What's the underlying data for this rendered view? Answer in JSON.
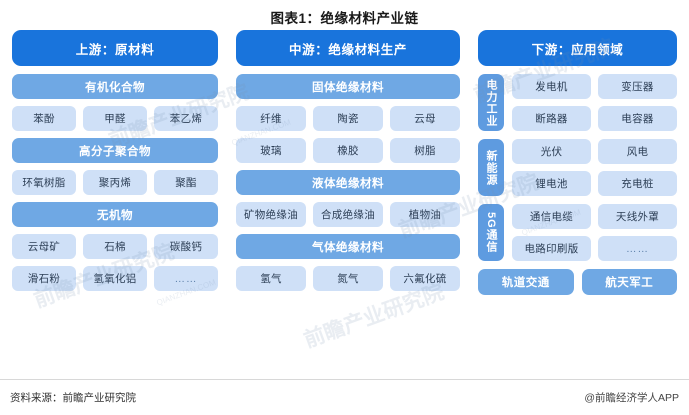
{
  "title": "图表1：绝缘材料产业链",
  "colors": {
    "header": "#1974DC",
    "subheader": "#6FA8E4",
    "item": "#CFE0F7",
    "vlabel": "#5E9BE0"
  },
  "watermark": {
    "brand": "前瞻产业研究院",
    "sub": "QIANZHAN.COM"
  },
  "columns": {
    "upstream": {
      "header": "上游：原材料",
      "groups": [
        {
          "name": "有机化合物",
          "rows": [
            [
              "苯酚",
              "甲醛",
              "苯乙烯"
            ]
          ]
        },
        {
          "name": "高分子聚合物",
          "rows": [
            [
              "环氧树脂",
              "聚丙烯",
              "聚酯"
            ]
          ]
        },
        {
          "name": "无机物",
          "rows": [
            [
              "云母矿",
              "石棉",
              "碳酸钙"
            ],
            [
              "滑石粉",
              "氢氧化铝",
              "……"
            ]
          ]
        }
      ]
    },
    "midstream": {
      "header": "中游：绝缘材料生产",
      "groups": [
        {
          "name": "固体绝缘材料",
          "rows": [
            [
              "纤维",
              "陶瓷",
              "云母"
            ],
            [
              "玻璃",
              "橡胶",
              "树脂"
            ]
          ]
        },
        {
          "name": "液体绝缘材料",
          "rows": [
            [
              "矿物绝缘油",
              "合成绝缘油",
              "植物油"
            ]
          ]
        },
        {
          "name": "气体绝缘材料",
          "rows": [
            [
              "氢气",
              "氮气",
              "六氟化硫"
            ]
          ]
        }
      ]
    },
    "downstream": {
      "header": "下游：应用领域",
      "groups": [
        {
          "label": "电力工业",
          "label_mode": "upright",
          "rows": [
            [
              "发电机",
              "变压器"
            ],
            [
              "断路器",
              "电容器"
            ]
          ]
        },
        {
          "label": "新能源",
          "label_mode": "upright",
          "rows": [
            [
              "光伏",
              "风电"
            ],
            [
              "锂电池",
              "充电桩"
            ]
          ]
        },
        {
          "label": "5G通信",
          "label_mode": "mixed",
          "rows": [
            [
              "通信电缆",
              "天线外罩"
            ],
            [
              "电路印刷版",
              "……"
            ]
          ]
        }
      ],
      "bottom": [
        "轨道交通",
        "航天军工"
      ]
    }
  },
  "footer": {
    "source": "资料来源：前瞻产业研究院",
    "account": "@前瞻经济学人APP"
  }
}
